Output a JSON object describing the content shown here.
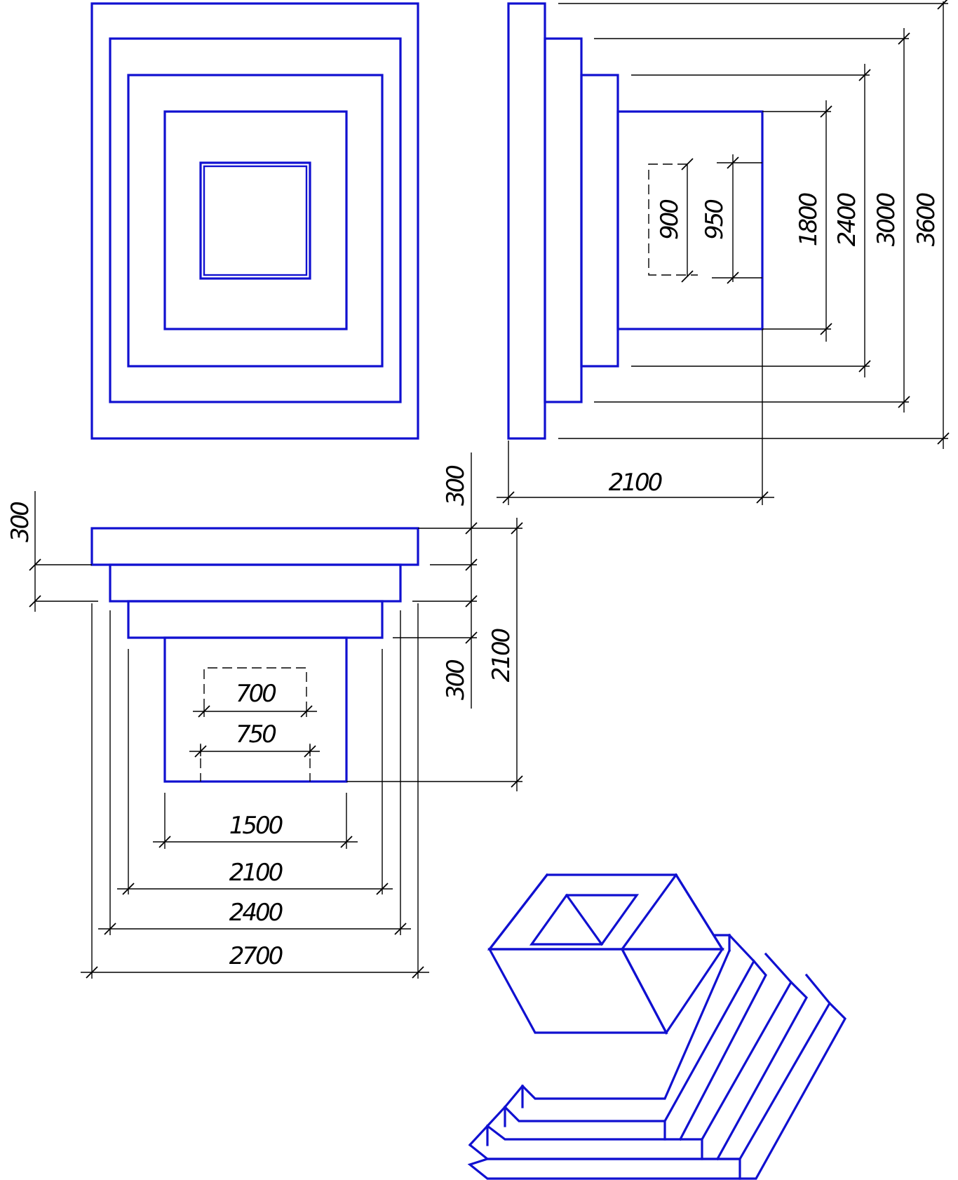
{
  "colors": {
    "object_line": "#1010d0",
    "dimension_line": "#000000",
    "background": "#ffffff"
  },
  "views": {
    "top_view": "",
    "side_view": "",
    "front_view": "",
    "isometric_view": ""
  },
  "dimensions": {
    "side_view": {
      "inner_opening_height": "900",
      "outer_opening_height": "950",
      "column_height": "1800",
      "step3_height": "2400",
      "step2_height": "3000",
      "base_height": "3600",
      "total_width": "2100"
    },
    "front_view": {
      "left_slab_thickness": "300",
      "top_slab_thickness": "300",
      "step_thickness": "300",
      "total_height": "2100",
      "inner_opening_width": "700",
      "outer_opening_width": "750",
      "column_width": "1500",
      "step3_width": "2100",
      "step2_width": "2400",
      "base_width": "2700"
    }
  }
}
